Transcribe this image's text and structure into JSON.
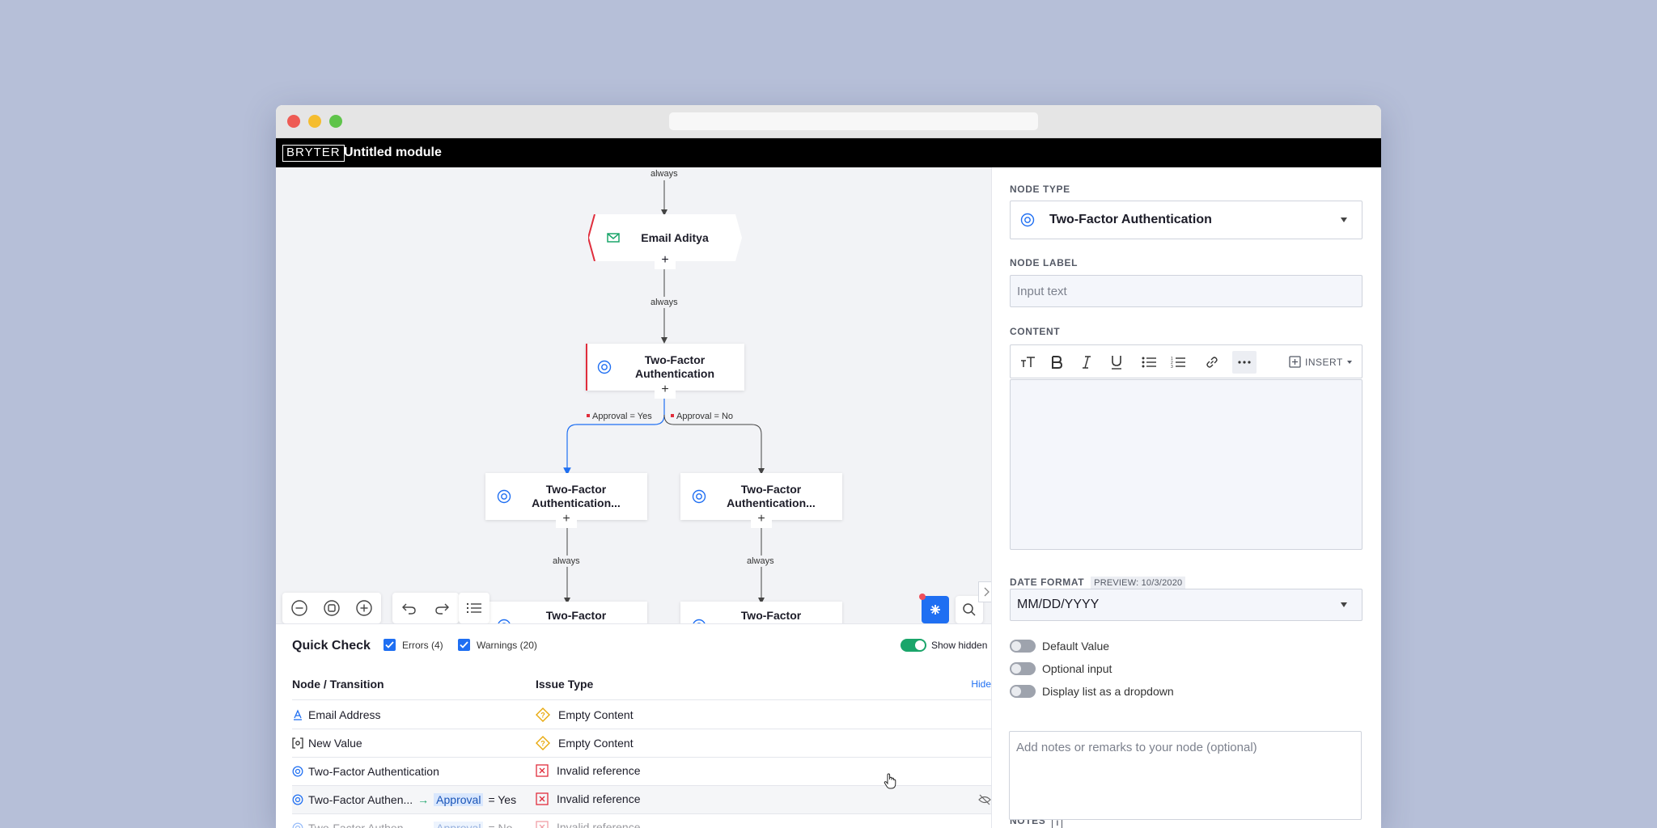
{
  "app": {
    "logo": "BRYTER",
    "title": "Untitled module"
  },
  "canvas": {
    "edge_labels": [
      "always",
      "always",
      "Approval = Yes",
      "Approval = No",
      "always",
      "always"
    ],
    "nodes": {
      "email": "Email Aditya",
      "tfa_main": "Two-Factor Authentication",
      "tfa_left": "Two-Factor Authentication...",
      "tfa_right": "Two-Factor Authentication...",
      "tfa_bottom_left": "Two-Factor",
      "tfa_bottom_right": "Two-Factor"
    },
    "plus": "+"
  },
  "quick_check": {
    "title": "Quick Check",
    "errors_label": "Errors (4)",
    "warnings_label": "Warnings (20)",
    "show_hidden": "Show hidden",
    "col_node": "Node / Transition",
    "col_issue": "Issue Type",
    "hide": "Hide",
    "rows": [
      {
        "node": "Email Address",
        "issue": "Empty Content",
        "kind": "warning"
      },
      {
        "node": "New Value",
        "issue": "Empty Content",
        "kind": "warning"
      },
      {
        "node": "Two-Factor Authentication",
        "issue": "Invalid reference",
        "kind": "error"
      },
      {
        "node": "Two-Factor Authen...",
        "var": "Approval",
        "cond": "= Yes",
        "issue": "Invalid reference",
        "kind": "error"
      },
      {
        "node": "Two-Factor Authen...",
        "var": "Approval",
        "cond": "= No",
        "issue": "Invalid reference",
        "kind": "error"
      }
    ]
  },
  "panel": {
    "node_type_label": "NODE TYPE",
    "node_type_value": "Two-Factor Authentication",
    "node_label_label": "NODE LABEL",
    "node_label_placeholder": "Input text",
    "content_label": "CONTENT",
    "insert_label": "INSERT",
    "date_format_label": "DATE FORMAT",
    "preview_label": "PREVIEW: 10/3/2020",
    "date_format_value": "MM/DD/YYYY",
    "options": [
      "Default Value",
      "Optional input",
      "Display list as a dropdown"
    ],
    "notes_label": "NOTES",
    "notes_placeholder": "Add notes or remarks to your node (optional)"
  },
  "colors": {
    "accent": "#1f6ff2",
    "error": "#e02d3c",
    "warning": "#e8a90c",
    "success": "#1aa56a"
  }
}
